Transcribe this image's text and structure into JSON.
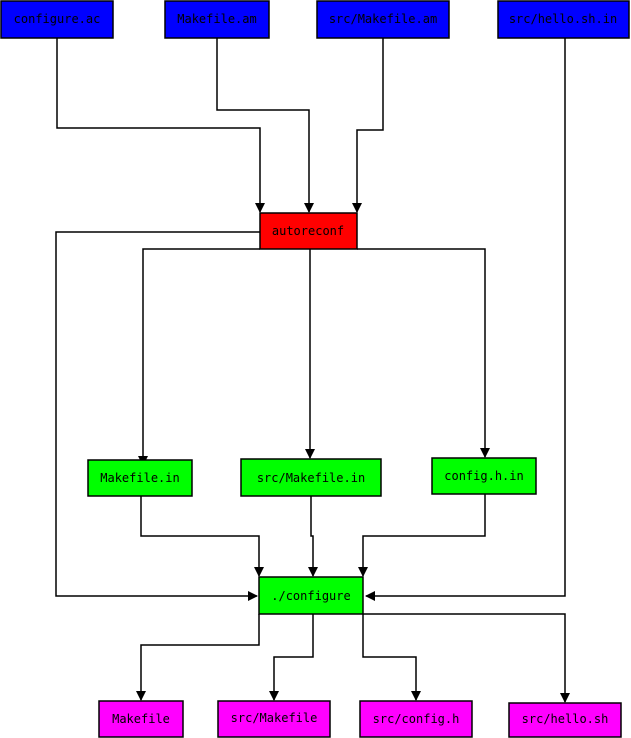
{
  "colors": {
    "source": "#0000ff",
    "tool": "#ff0000",
    "generated": "#00ff00",
    "output": "#ff00ff"
  },
  "nodes": {
    "configure_ac": {
      "label": "configure.ac",
      "kind": "source"
    },
    "makefile_am": {
      "label": "Makefile.am",
      "kind": "source"
    },
    "src_makefile_am": {
      "label": "src/Makefile.am",
      "kind": "source"
    },
    "src_hello_sh_in": {
      "label": "src/hello.sh.in",
      "kind": "source"
    },
    "autoreconf": {
      "label": "autoreconf",
      "kind": "tool"
    },
    "makefile_in": {
      "label": "Makefile.in",
      "kind": "generated"
    },
    "src_makefile_in": {
      "label": "src/Makefile.in",
      "kind": "generated"
    },
    "config_h_in": {
      "label": "config.h.in",
      "kind": "generated"
    },
    "configure": {
      "label": "./configure",
      "kind": "generated"
    },
    "makefile": {
      "label": "Makefile",
      "kind": "output"
    },
    "src_makefile": {
      "label": "src/Makefile",
      "kind": "output"
    },
    "src_config_h": {
      "label": "src/config.h",
      "kind": "output"
    },
    "src_hello_sh": {
      "label": "src/hello.sh",
      "kind": "output"
    }
  },
  "edges": [
    [
      "configure_ac",
      "autoreconf"
    ],
    [
      "makefile_am",
      "autoreconf"
    ],
    [
      "src_makefile_am",
      "autoreconf"
    ],
    [
      "autoreconf",
      "makefile_in"
    ],
    [
      "autoreconf",
      "src_makefile_in"
    ],
    [
      "autoreconf",
      "config_h_in"
    ],
    [
      "autoreconf",
      "configure"
    ],
    [
      "makefile_in",
      "configure"
    ],
    [
      "src_makefile_in",
      "configure"
    ],
    [
      "config_h_in",
      "configure"
    ],
    [
      "src_hello_sh_in",
      "configure"
    ],
    [
      "configure",
      "makefile"
    ],
    [
      "configure",
      "src_makefile"
    ],
    [
      "configure",
      "src_config_h"
    ],
    [
      "configure",
      "src_hello_sh"
    ]
  ]
}
